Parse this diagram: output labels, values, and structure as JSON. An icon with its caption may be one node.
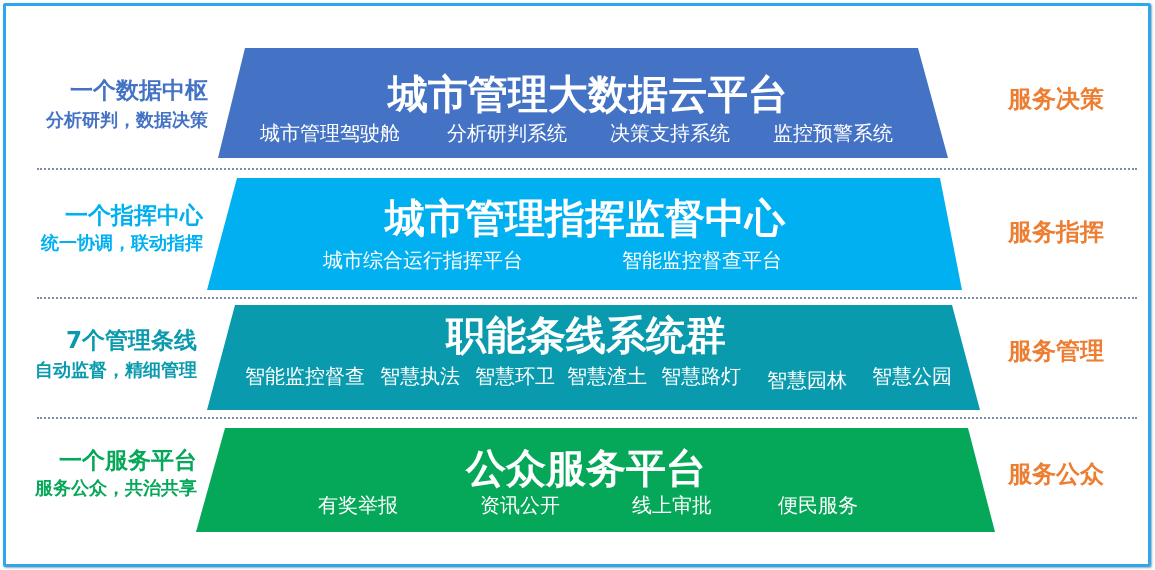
{
  "diagram": {
    "nodes": [
      {
        "text": [
          "城市管理大数据云平台",
          "城市管理驾驶舱",
          "分析研判系统",
          "决策支持系统",
          "监控预警系统"
        ],
        "beside": [
          "一个数据中枢",
          "分析研判，数据决策",
          "服务决策"
        ]
      },
      {
        "text": [
          "城市管理指挥监督中心",
          "城市综合运行指挥平台",
          "智能监控督查平台"
        ],
        "beside": [
          "一个指挥中心",
          "统一协调，联动指挥",
          "服务指挥"
        ]
      },
      {
        "text": [
          "职能条线系统群",
          "智能监控督查",
          "智慧执法",
          "智慧环卫",
          "智慧渣土",
          "智慧路灯",
          "智慧园林",
          "智慧公园"
        ],
        "beside": [
          "7个管理条线",
          "自动监督，精细管理",
          "服务管理"
        ]
      },
      {
        "text": [
          "公众服务平台",
          "有奖举报",
          "资讯公开",
          "线上审批",
          "便民服务"
        ],
        "beside": [
          "一个服务平台",
          "服务公众，共治共享",
          "服务公众"
        ]
      }
    ]
  }
}
